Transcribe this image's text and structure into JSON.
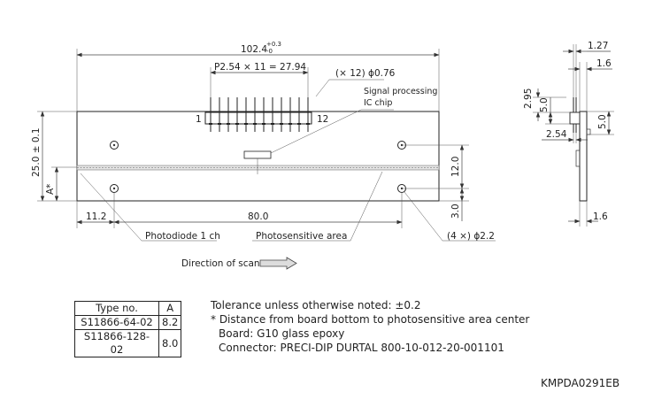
{
  "diagram": {
    "overall_width": "102.4",
    "overall_width_tol_plus": "+0.3",
    "overall_width_tol_minus": "-0",
    "pin_pitch": "P2.54 × 11 = 27.94",
    "pin_dia": "(× 12) ϕ0.76",
    "ic_label_1": "Signal processing",
    "ic_label_2": "IC chip",
    "pin_first": "1",
    "pin_last": "12",
    "height": "25.0 ± 0.1",
    "a_label": "A*",
    "dim_12": "12.0",
    "dim_3": "3.0",
    "dim_11_2": "11.2",
    "dim_80": "80.0",
    "photodiode": "Photodiode 1 ch",
    "photosensitive": "Photosensitive area",
    "holes": "(4 ×) ϕ2.2",
    "scan": "Direction of scan",
    "side_1_27": "1.27",
    "side_1_6_top": "1.6",
    "side_2_95": "2.95",
    "side_5_0_left": "5.0",
    "side_5_0_right": "5.0",
    "side_2_54": "2.54",
    "side_1_6_bottom": "1.6"
  },
  "table": {
    "headers": [
      "Type no.",
      "A"
    ],
    "rows": [
      [
        "S11866-64-02",
        "8.2"
      ],
      [
        "S11866-128-02",
        "8.0"
      ]
    ]
  },
  "notes": {
    "line1": "Tolerance unless otherwise noted: ±0.2",
    "line2": "* Distance from board bottom to photosensitive area center",
    "line3": "Board: G10 glass epoxy",
    "line4": "Connector: PRECI-DIP DURTAL 800-10-012-20-001101"
  },
  "code": "KMPDA0291EB"
}
